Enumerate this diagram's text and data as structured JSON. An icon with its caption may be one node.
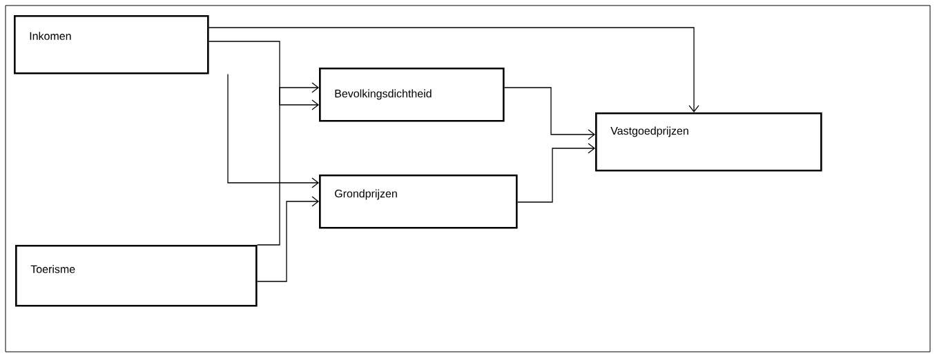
{
  "diagram": {
    "nodes": [
      {
        "text": [
          "Inkomen"
        ]
      },
      {
        "text": [
          "Bevolkingsdichtheid"
        ]
      },
      {
        "text": [
          "Vastgoedprijzen"
        ]
      },
      {
        "text": [
          "Grondprijzen"
        ]
      },
      {
        "text": [
          "Toerisme"
        ]
      }
    ],
    "edges": [
      {
        "from": 0,
        "to": 2,
        "arrow": "to"
      },
      {
        "from": 0,
        "to": 1,
        "arrow": "to"
      },
      {
        "from": 0,
        "to": 3,
        "arrow": "to"
      },
      {
        "from": 4,
        "to": 1,
        "arrow": "to"
      },
      {
        "from": 4,
        "to": 3,
        "arrow": "to"
      },
      {
        "from": 1,
        "to": 2,
        "arrow": "to"
      },
      {
        "from": 3,
        "to": 2,
        "arrow": "to"
      }
    ]
  }
}
